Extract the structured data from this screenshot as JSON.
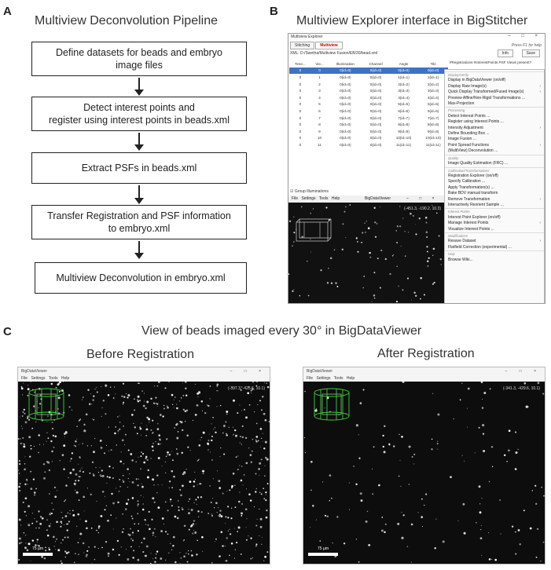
{
  "panel_a": {
    "label": "A",
    "title": "Multiview Deconvolution Pipeline",
    "steps": [
      {
        "text": "Define datasets for beads and embryo\nimage files"
      },
      {
        "text": "Detect interest points and\nregister using interest points in beads.xml"
      },
      {
        "text": "Extract PSFs in beads.xml"
      },
      {
        "text": "Transfer Registration and PSF information\nto embryo.xml"
      },
      {
        "text": "Multiview Deconvolution in embryo.xml"
      }
    ]
  },
  "panel_b": {
    "label": "B",
    "title": "Multiview Explorer interface in BigStitcher",
    "window_title": "Multiview Explorer",
    "win_buttons": "– □ ×",
    "tabs": [
      "Stitching",
      "Multiview"
    ],
    "xml_path": "XML: D:/Swetha/Multiview Fusion/EB/30/bead.xml",
    "help_text": "Press F1 for help",
    "info_button": "Info",
    "save_button": "Save",
    "columns": [
      "Time...",
      "Vie...",
      "Illumination",
      "Channel",
      "Angle",
      "Tile"
    ],
    "extra_columns": "#Registrations  #InterestPoints  PSF  Views present?",
    "rows": [
      [
        "0",
        "0",
        "0(id=0)",
        "0(id=0)",
        "0(id=0)",
        "0(id=0)"
      ],
      [
        "0",
        "1",
        "0(id=0)",
        "0(id=0)",
        "1(id=1)",
        "1(id=1)"
      ],
      [
        "0",
        "2",
        "0(id=0)",
        "0(id=0)",
        "2(id=2)",
        "2(id=2)"
      ],
      [
        "0",
        "3",
        "0(id=0)",
        "0(id=0)",
        "3(id=3)",
        "3(id=3)"
      ],
      [
        "0",
        "4",
        "0(id=0)",
        "0(id=0)",
        "4(id=4)",
        "4(id=4)"
      ],
      [
        "0",
        "5",
        "0(id=0)",
        "0(id=0)",
        "5(id=5)",
        "5(id=5)"
      ],
      [
        "0",
        "6",
        "0(id=0)",
        "0(id=0)",
        "6(id=6)",
        "6(id=6)"
      ],
      [
        "0",
        "7",
        "0(id=0)",
        "0(id=0)",
        "7(id=7)",
        "7(id=7)"
      ],
      [
        "0",
        "8",
        "0(id=0)",
        "0(id=0)",
        "8(id=8)",
        "8(id=8)"
      ],
      [
        "0",
        "9",
        "0(id=0)",
        "0(id=0)",
        "9(id=9)",
        "9(id=9)"
      ],
      [
        "0",
        "10",
        "0(id=0)",
        "0(id=0)",
        "10(id=10)",
        "10(id=10)"
      ],
      [
        "0",
        "11",
        "0(id=0)",
        "0(id=0)",
        "11(id=11)",
        "11(id=11)"
      ]
    ],
    "group_illuminations": "Group Illuminations",
    "inner_bdv_menu": "File  Settings  Tools  Help",
    "inner_bdv_title": "BigDataViewer",
    "inner_coords": "(-451.3, -190.2, 10.3)",
    "menu": [
      {
        "t": "Display/Verify",
        "sec": true
      },
      {
        "t": "Display in BigDataViewer (on/off)"
      },
      {
        "t": "Display Raw Image(s)",
        "sub": true
      },
      {
        "t": "Quick Display Transformed/Fused Image(s)",
        "sub": true
      },
      {
        "t": "Preview Affine/Non-Rigid Transformations ..."
      },
      {
        "t": "Max-Projection"
      },
      {
        "t": "Processing",
        "sec": true
      },
      {
        "t": "Detect Interest Points ..."
      },
      {
        "t": "Register using Interest Points ..."
      },
      {
        "t": "Intensity Adjustment",
        "sub": true
      },
      {
        "t": "Define Bounding Box ..."
      },
      {
        "t": "Image Fusion ..."
      },
      {
        "t": "Point Spread Functions",
        "sub": true
      },
      {
        "t": "(MultiView) Deconvolution ..."
      },
      {
        "t": "Quality",
        "sec": true
      },
      {
        "t": "Image Quality Estimation (FRC) ..."
      },
      {
        "t": "Calibration/Transformations",
        "sec": true
      },
      {
        "t": "Registration Explorer (on/off)"
      },
      {
        "t": "Specify Calibration ..."
      },
      {
        "t": "Apply Transformation(s) ..."
      },
      {
        "t": "Bake BDV manual transform"
      },
      {
        "t": "Remove Transformation",
        "sub": true
      },
      {
        "t": "Interactively Reorient Sample ..."
      },
      {
        "t": "Interest Points",
        "sec": true
      },
      {
        "t": "Interest Point Explorer (on/off)"
      },
      {
        "t": "Manage Interest Points",
        "sub": true
      },
      {
        "t": "Visualize Interest Points ..."
      },
      {
        "t": "Modifications",
        "sec": true
      },
      {
        "t": "Resave Dataset",
        "sub": true
      },
      {
        "t": "Flatfield Correction (experimental) ..."
      },
      {
        "t": "Help",
        "sec": true
      },
      {
        "t": "Browse Wiki..."
      }
    ]
  },
  "panel_c": {
    "label": "C",
    "title": "View of beads imaged every 30° in BigDataViewer",
    "before_title": "Before Registration",
    "after_title": "After Registration",
    "bdv_title": "BigDataViewer",
    "bdv_menu": "File  Settings  Tools  Help",
    "before_coords": "(-397.3, -425.6, 10.1)",
    "after_coords": "(-341.3, -429.6, 10.1)",
    "scale_label": "75 µm"
  },
  "colors": {
    "selected_row": "#3b73c7",
    "active_tab": "#cc0000",
    "bounding_box": "#39d53a"
  }
}
